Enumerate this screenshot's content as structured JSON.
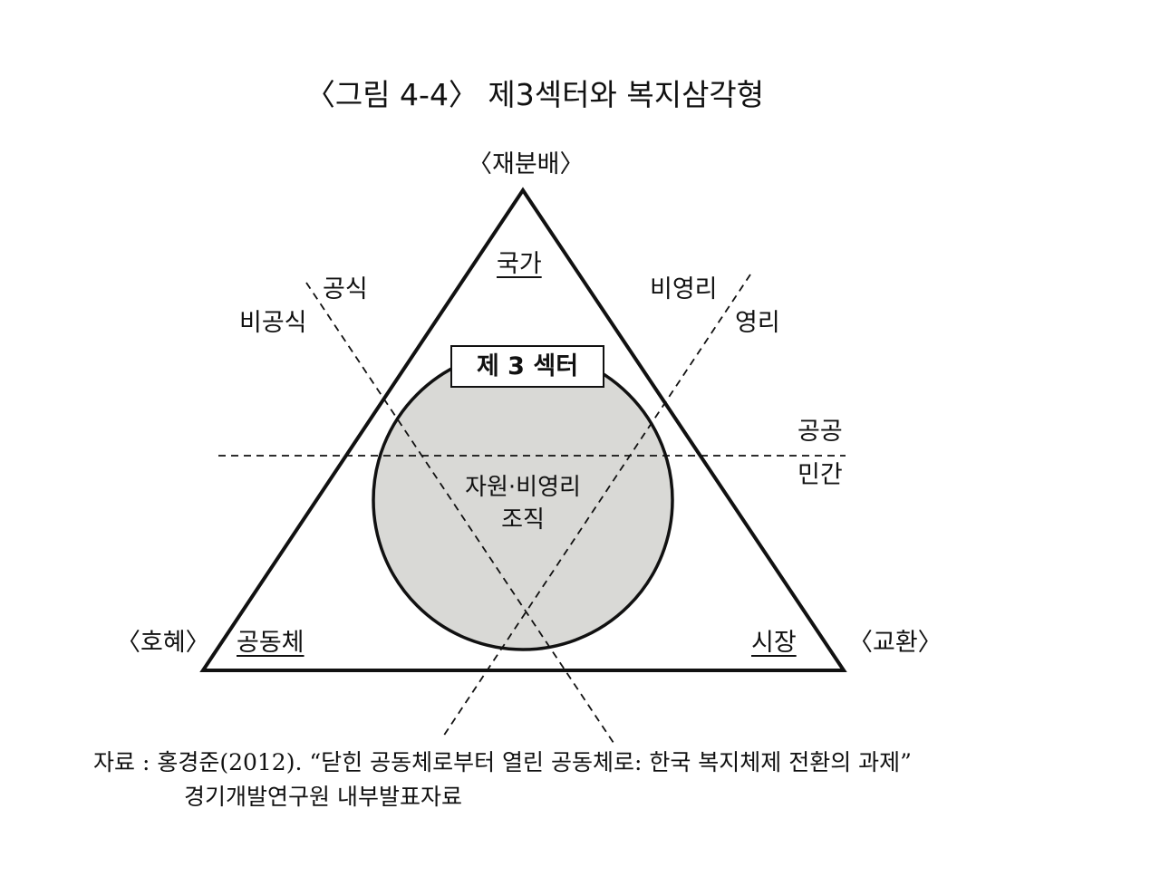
{
  "figure": {
    "title": "〈그림 4-4〉 제3섹터와 복지삼각형"
  },
  "triangle": {
    "apex_label": "〈재분배〉",
    "left_label": "〈호혜〉",
    "right_label": "〈교환〉",
    "top_region": "국가",
    "left_region": "공동체",
    "right_region": "시장",
    "colors": {
      "stroke": "#111111",
      "fill": "#ffffff"
    }
  },
  "axes": {
    "formal_axis": {
      "side_a": "공식",
      "side_b": "비공식"
    },
    "profit_axis": {
      "side_a": "비영리",
      "side_b": "영리"
    },
    "public_axis": {
      "side_a": "공공",
      "side_b": "민간"
    }
  },
  "third_sector": {
    "box_label": "제 3 섹터",
    "circle_line1": "자원·비영리",
    "circle_line2": "조직",
    "circle_fill": "#d9d9d6"
  },
  "source": {
    "line1": "자료 : 홍경준(2012). “닫힌 공동체로부터 열린 공동체로: 한국 복지체제 전환의 과제”",
    "line2": "경기개발연구원 내부발표자료"
  }
}
